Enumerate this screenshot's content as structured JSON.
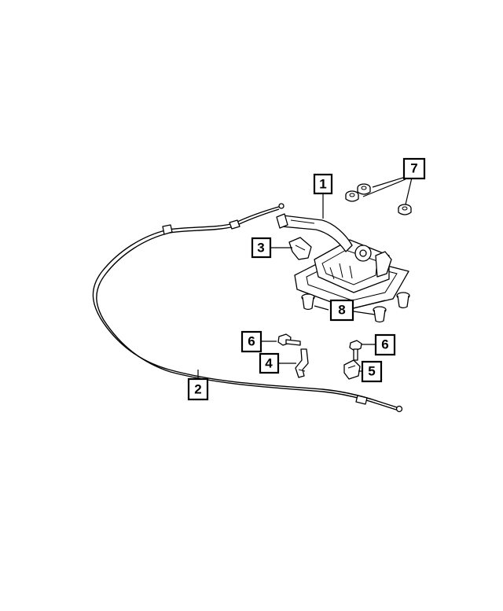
{
  "callouts": {
    "c1": "1",
    "c2": "2",
    "c3": "3",
    "c4": "4",
    "c5": "5",
    "c6a": "6",
    "c6b": "6",
    "c7": "7",
    "c8": "8"
  },
  "colors": {
    "line": "#000000",
    "background": "#ffffff"
  }
}
